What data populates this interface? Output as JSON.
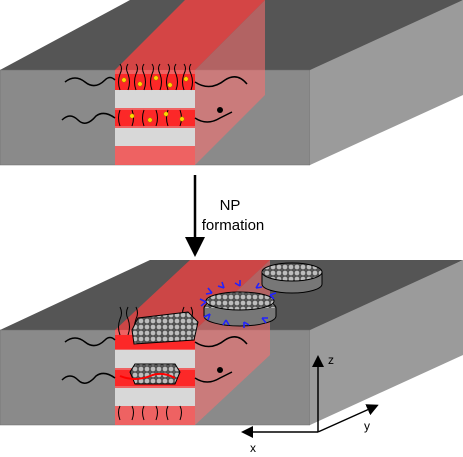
{
  "step_label": {
    "line1": "NP",
    "line2": "formation"
  },
  "axes": {
    "z": "z",
    "y": "y",
    "x": "x"
  },
  "colors": {
    "slab_top": "#555555",
    "slab_front": "#8c8c8c",
    "slab_side": "#9a9a9a",
    "channel": "#ff2a2a",
    "lamella_light": "#dcdcdc",
    "polymer_red": "#ff1a1a",
    "np_yellow": "#ffd700",
    "ligand_blue": "#2222ff",
    "particle": "#9a9a9a"
  },
  "icons": [
    "down-arrow-icon",
    "axis-arrow-icon"
  ]
}
